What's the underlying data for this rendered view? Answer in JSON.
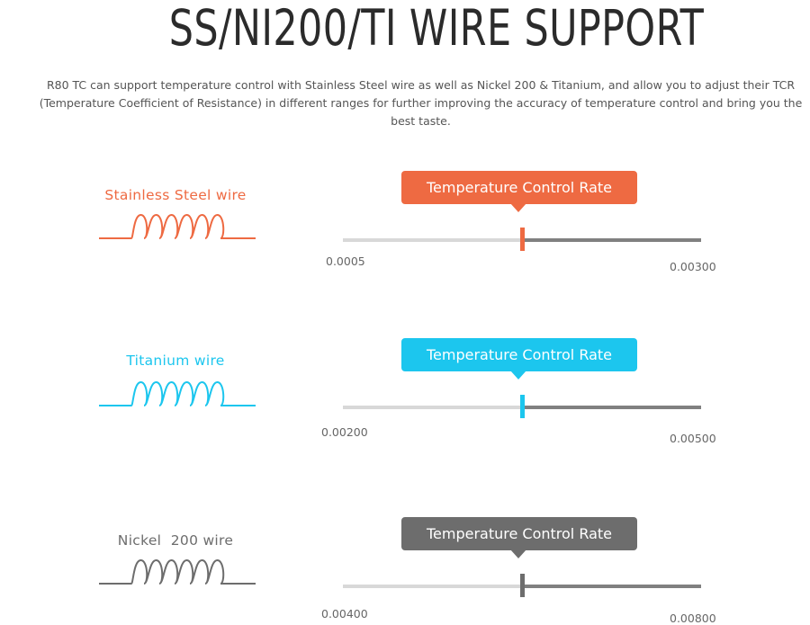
{
  "title": "SS/NI200/TI WIRE SUPPORT",
  "description": "R80 TC can support temperature control with Stainless Steel wire as well as Nickel 200 & Titanium, and allow you to adjust their TCR (Temperature Coefficient of Resistance) in different ranges for further improving the accuracy of temperature control and bring you the best taste.",
  "rows": [
    {
      "wire_label": "Stainless Steel wire",
      "icon": "coil-wire-icon",
      "color": "#ee6a42",
      "rate_label": "Temperature Control Rate",
      "min_value": "0.0005",
      "max_value": "0.00300",
      "level_fraction": 0.5
    },
    {
      "wire_label": "Titanium wire",
      "icon": "coil-wire-icon",
      "color": "#1cc6ee",
      "rate_label": "Temperature Control Rate",
      "min_value": "0.00200",
      "max_value": "0.00500",
      "level_fraction": 0.5
    },
    {
      "wire_label": "Nickel  200 wire",
      "icon": "coil-wire-icon",
      "color": "#6d6d6d",
      "rate_label": "Temperature Control Rate",
      "min_value": "0.00400",
      "max_value": "0.00800",
      "level_fraction": 0.5
    }
  ]
}
